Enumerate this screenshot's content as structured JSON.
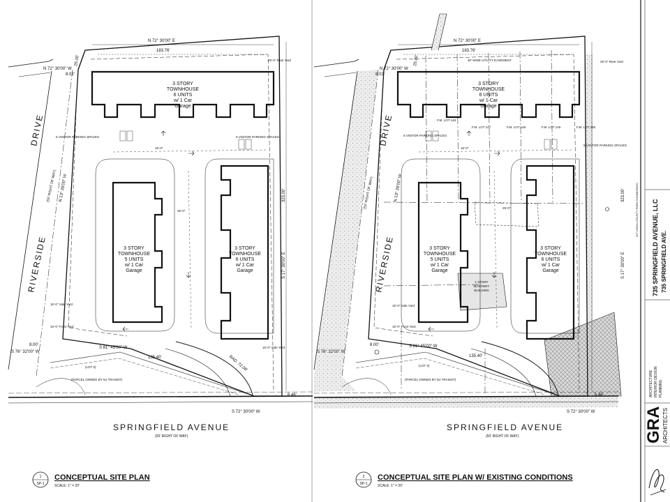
{
  "plans": [
    {
      "id": "conceptual",
      "title": "CONCEPTUAL SITE PLAN",
      "scale": "SCALE: 1\" = 20'",
      "detail_no": "1",
      "sheet_ref": "SP-1"
    },
    {
      "id": "existing",
      "title": "CONCEPTUAL SITE PLAN W/ EXISTING CONDITIONS",
      "scale": "SCALE: 1\" = 20'",
      "detail_no": "2",
      "sheet_ref": "SP-1"
    }
  ],
  "buildings": {
    "north": [
      "3 STORY",
      "TOWNHOUSE",
      "6 UNITS",
      "w/ 1 Car",
      "Garage"
    ],
    "west": [
      "3 STORY",
      "TOWNHOUSE",
      "5 UNITS",
      "w/ 1 Car",
      "Garage"
    ],
    "east": [
      "3 STORY",
      "TOWNHOUSE",
      "6 UNITS",
      "w/ 1 Car",
      "Garage"
    ]
  },
  "existing_building": [
    "1 STORY",
    "MASONRY",
    "BUILDING"
  ],
  "streets": {
    "south": "SPRINGFIELD AVENUE",
    "south_row": "(50' RIGHT OF WAY)",
    "west_1": "DRIVE",
    "west_2": "RIVERSIDE",
    "west_row": "(50' RIGHT OF WAY)"
  },
  "bearings": {
    "north_line": "N 72° 30'00\" E",
    "north_dist": "183.76'",
    "east_line": "S 17° 30'00\" E",
    "east_dist": "323.00'",
    "south_1": "S 81° 45'00\" W",
    "south_1_dist": "135.40'",
    "south_2": "S 76° 32'00\" W",
    "south_2_dist": "8.00'",
    "south_3": "S 72° 30'00\" W",
    "south_3_dist": "6.46'",
    "west_line": "N 13° 28'00\" W",
    "nw_line": "N 72° 30'00\" W",
    "nw_dist": "25.00'",
    "nw_gap": "8.02'",
    "curve": "RAD. 72.08'"
  },
  "setbacks": {
    "rear": "25'-0\" Rear Yard",
    "side": "15'-0\" Side Yard",
    "front": "15'-0\" Front Yard",
    "aisle": "25'-0\"",
    "gap": "15'-0\""
  },
  "notes": {
    "visitor_parking": "5 VISITOR PARKING SPACES",
    "lot": "(LOT 3)",
    "parcel": "(PARCEL OWNED BY NJ TRANSIT)",
    "easement": "30' WIDE UTILITY EASEMENT"
  },
  "lot_tags": [
    "F.M. LOT 146",
    "F.M. LOT 147",
    "F.M. LOT 148",
    "F.M. LOT 149",
    "F.M. LOT 150"
  ],
  "titleblock": {
    "client": "735 SPRINGFIELD AVENUE, LLC",
    "project": "735 SPRINGFIELD AVE.",
    "discipline": [
      "ARCHITECTURE",
      "INTERIOR DESIGN",
      "PLANNING"
    ],
    "firm": "GRA",
    "firm_sub": "ARCHITECTS",
    "county_note": "427 UNION COUNTY PARK COMMISSION"
  },
  "colors": {
    "line": "#111111",
    "hatch": "#9a9a9a",
    "fill_existing": "#e4e4e4",
    "paper": "#ffffff"
  }
}
